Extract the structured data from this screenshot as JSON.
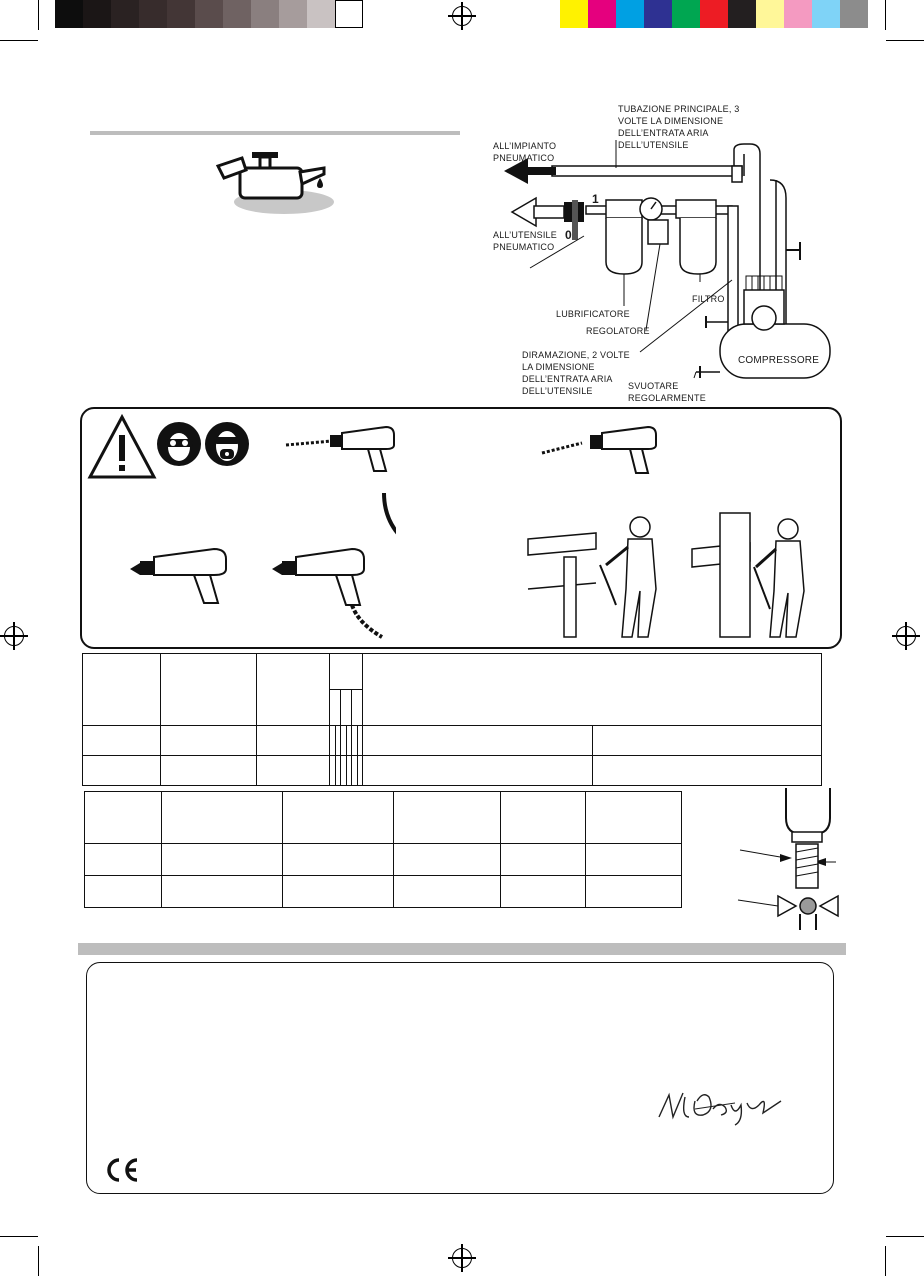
{
  "print_marks": {
    "gray_swatches": [
      "#0d0d0d",
      "#1b1616",
      "#2a2222",
      "#372c2c",
      "#433636",
      "#5a4c4c",
      "#6f6262",
      "#8a7f7f",
      "#a69c9c",
      "#c9c2c2",
      "#ffffff"
    ],
    "color_swatches": [
      "#fff200",
      "#e5007e",
      "#00a0e3",
      "#2e3192",
      "#00a651",
      "#ed1c24",
      "#231f20",
      "#fff799",
      "#f49ac1",
      "#7fd3f7",
      "#8c8c8c"
    ]
  },
  "air_system": {
    "main_line_label": "TUBAZIONE PRINCIPALE, 3 VOLTE LA DIMENSIONE DELL’ENTRATA ARIA DELL’UTENSILE",
    "to_system_label": "ALL’IMPIANTO PNEUMATICO",
    "to_tool_label": "ALL’UTENSILE PNEUMATICO",
    "valve_open": "1",
    "valve_closed": "0",
    "lubricator_label": "LUBRIFICATORE",
    "regulator_label": "REGOLATORE",
    "filter_label": "FILTRO",
    "branch_label": "DIRAMAZIONE, 2 VOLTE LA DIMENSIONE DELL’ENTRATA ARIA DELL’UTENSILE",
    "drain_label": "SVUOTARE REGOLARMENTE",
    "compressor_label": "COMPRESSORE"
  },
  "icons": {
    "oil_can": "oil-can-icon",
    "warning": "warning-triangle-icon",
    "goggles": "safety-goggles-icon",
    "respirator": "respirator-icon"
  }
}
